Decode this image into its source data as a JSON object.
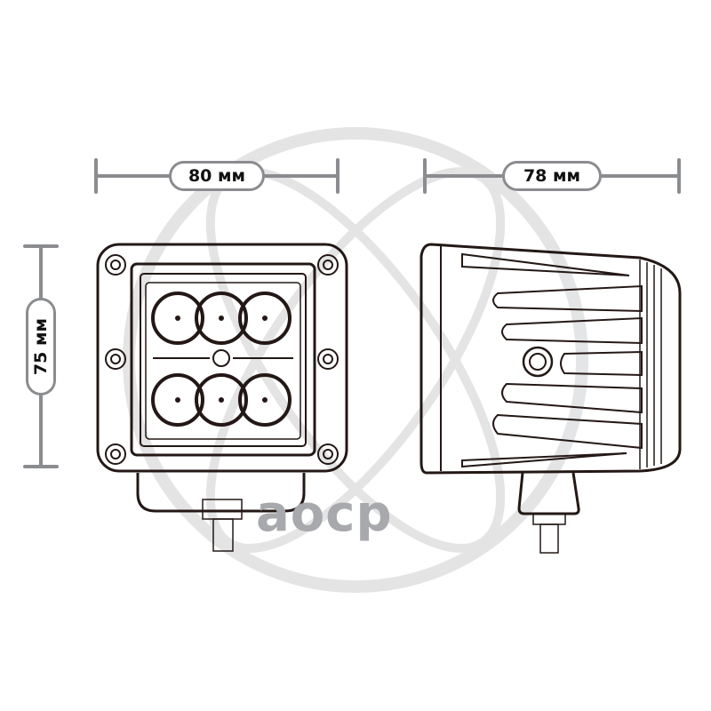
{
  "dimensions": {
    "width": "80 мм",
    "depth": "78 мм",
    "height": "75 мм"
  },
  "watermark": {
    "brand": "aocp"
  },
  "colors": {
    "outline": "#231815",
    "dimension_line": "#8a8c8f",
    "watermark": "#a7a9ac"
  }
}
